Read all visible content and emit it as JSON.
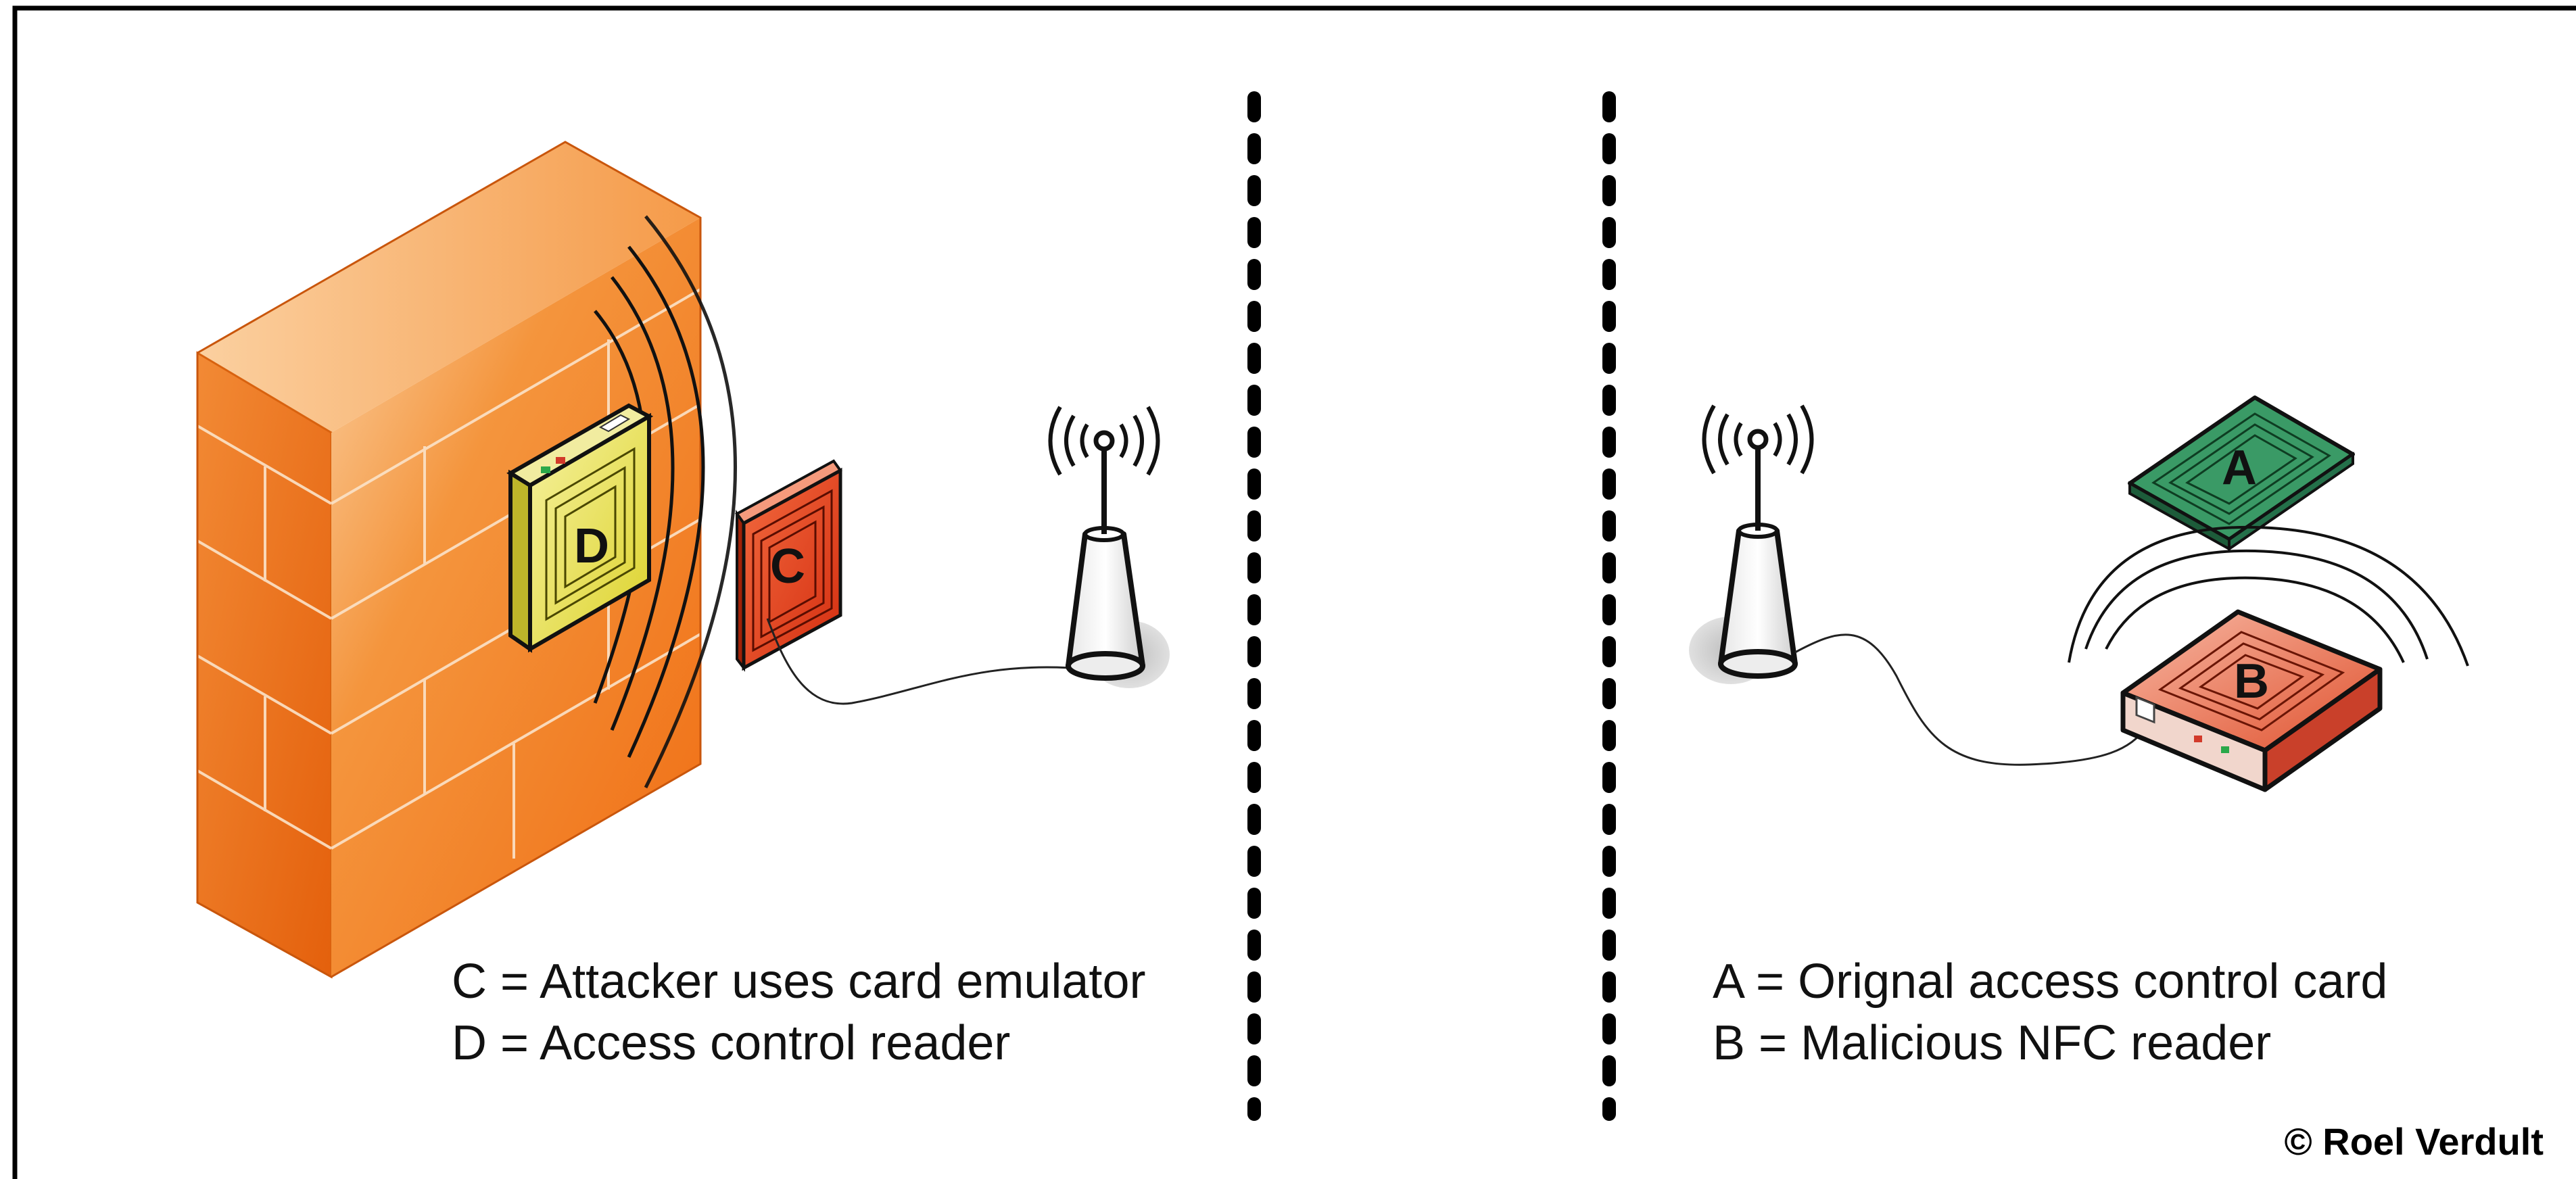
{
  "labels": {
    "card_emulator": "C",
    "access_reader": "D",
    "original_card": "A",
    "malicious_reader": "B"
  },
  "legend_left": [
    "C = Attacker uses card emulator",
    "D = Access control reader"
  ],
  "legend_right": [
    "A = Orignal access control card",
    "B = Malicious NFC reader"
  ],
  "copyright": "© Roel Verdult",
  "colors": {
    "wall": "#f07a22",
    "reader_d": "#e9e04a",
    "emulator_c": "#e8401c",
    "card_a": "#2f8f5a",
    "reader_b": "#e05a40",
    "divider": "#000000"
  }
}
